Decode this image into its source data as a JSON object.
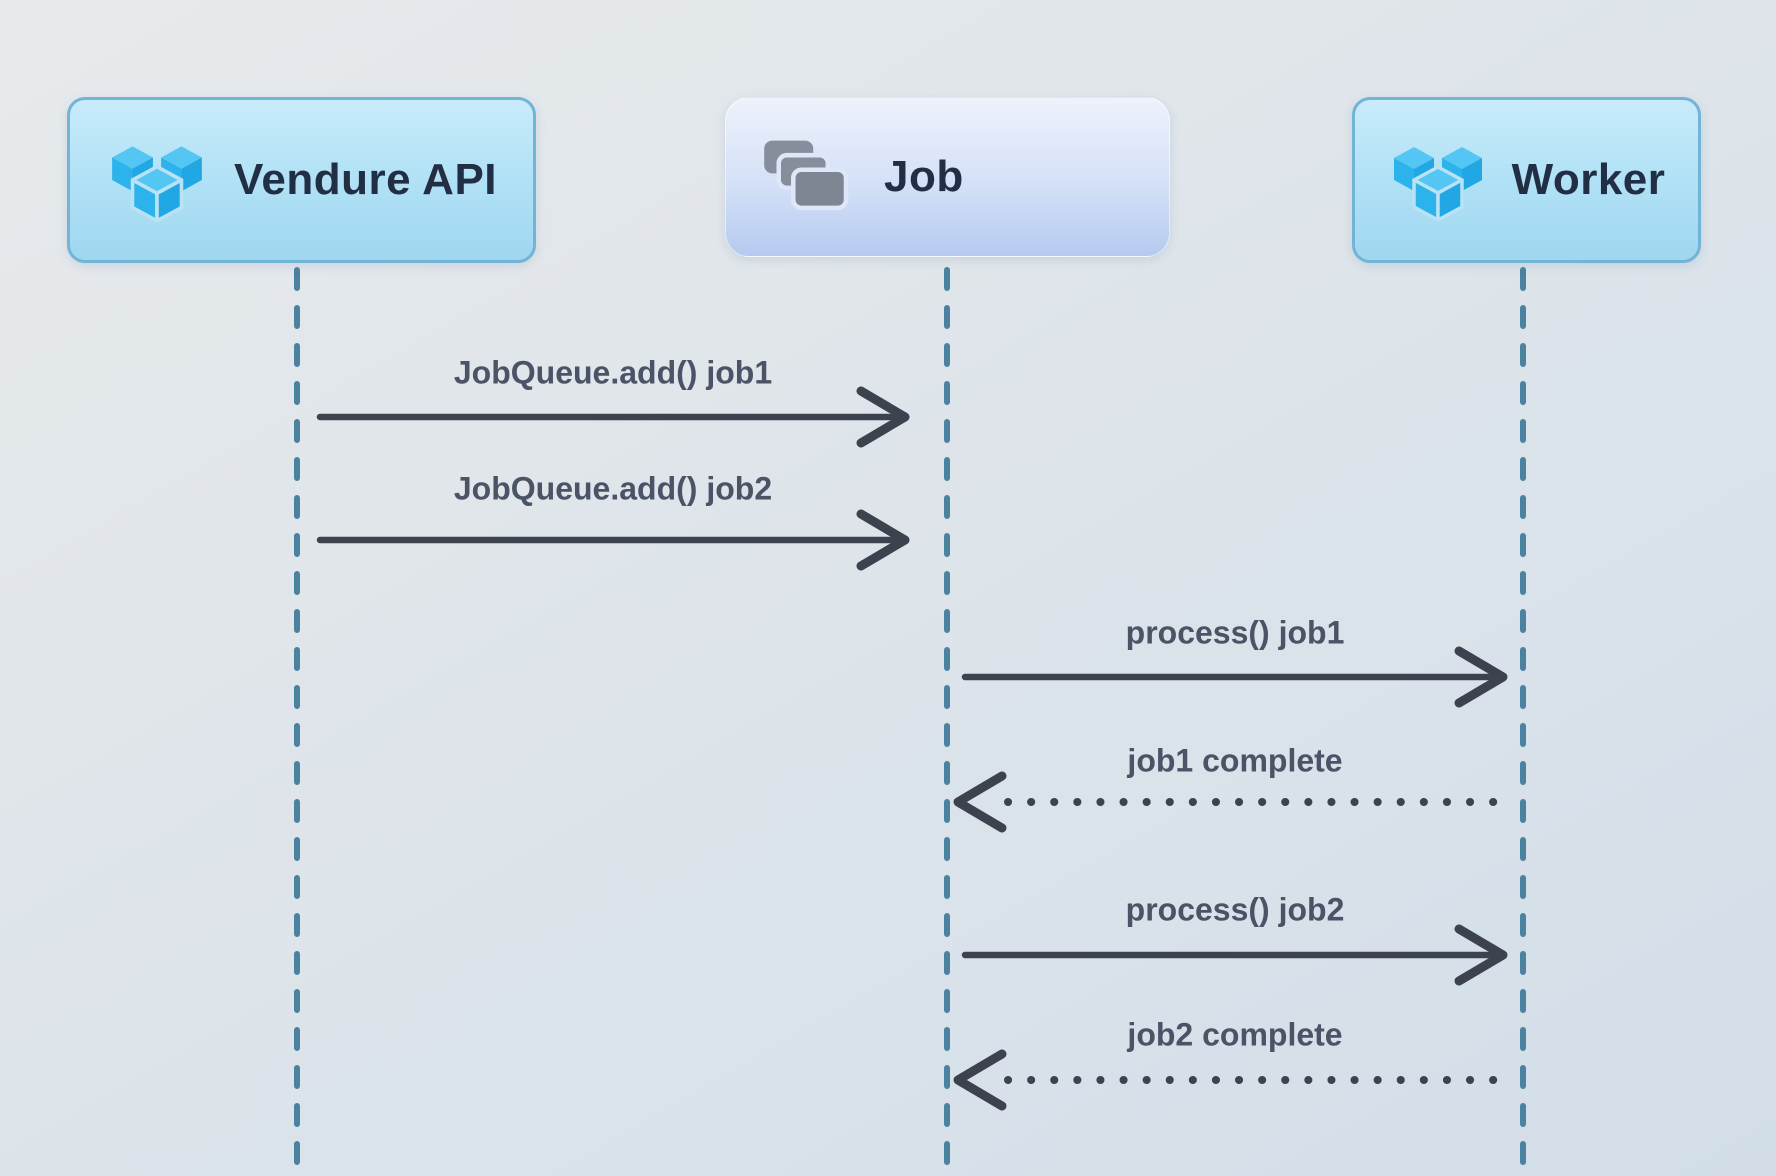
{
  "diagram": {
    "type": "sequence-diagram",
    "participants": [
      {
        "id": "vendure-api",
        "label": "Vendure API",
        "icon": "vendure-cubes-icon"
      },
      {
        "id": "job",
        "label": "Job",
        "icon": "job-stack-icon"
      },
      {
        "id": "worker",
        "label": "Worker",
        "icon": "vendure-cubes-icon"
      }
    ],
    "messages": [
      {
        "from": "vendure-api",
        "to": "job",
        "label": "JobQueue.add() job1",
        "line": "solid",
        "arrow": "right"
      },
      {
        "from": "vendure-api",
        "to": "job",
        "label": "JobQueue.add() job2",
        "line": "solid",
        "arrow": "right"
      },
      {
        "from": "job",
        "to": "worker",
        "label": "process() job1",
        "line": "solid",
        "arrow": "right"
      },
      {
        "from": "worker",
        "to": "job",
        "label": "job1 complete",
        "line": "dotted",
        "arrow": "left"
      },
      {
        "from": "job",
        "to": "worker",
        "label": "process() job2",
        "line": "solid",
        "arrow": "right"
      },
      {
        "from": "worker",
        "to": "job",
        "label": "job2 complete",
        "line": "dotted",
        "arrow": "left"
      }
    ],
    "colors": {
      "lifeline": "#4b82a0",
      "arrow": "#3c434e",
      "message_text": "#4a5466",
      "participant_text": "#212e44",
      "vendure_box_border": "#72b4d6",
      "vendure_box_fill": "#aedff4",
      "job_box_fill": "#c9d9f4",
      "cube_top_face": "#53c6f3",
      "cube_left_face": "#2cb3ec",
      "cube_right_face": "#21a7e4",
      "job_icon_gray": "#858e9a"
    }
  }
}
